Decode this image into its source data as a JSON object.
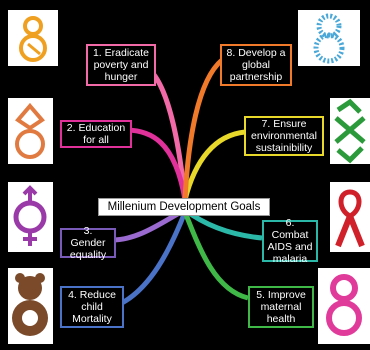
{
  "center_title": "Millenium Development Goals",
  "goals": [
    {
      "label": "1. Eradicate poverty and hunger",
      "color": "#f36aa8",
      "icon": "eight-with-bowl-icon"
    },
    {
      "label": "2. Education for all",
      "color": "#e0309a",
      "icon": "eight-with-pencil-icon"
    },
    {
      "label": "3. Gender equality",
      "color": "#7a5ab8",
      "icon": "gender-symbols-icon"
    },
    {
      "label": "4. Reduce child Mortality",
      "color": "#4a73c8",
      "icon": "teddy-bear-icon"
    },
    {
      "label": "5. Improve maternal health",
      "color": "#3fb848",
      "icon": "pink-eight-with-hands-icon"
    },
    {
      "label": "6. Combat AIDS and malaria",
      "color": "#2cb8a8",
      "icon": "red-ribbon-icon"
    },
    {
      "label": "7. Ensure environmental sustainibility",
      "color": "#e8d82a",
      "icon": "recycling-arrows-icon"
    },
    {
      "label": "8. Develop a global partnership",
      "color": "#f07a2a",
      "icon": "dotted-eight-icon"
    }
  ]
}
